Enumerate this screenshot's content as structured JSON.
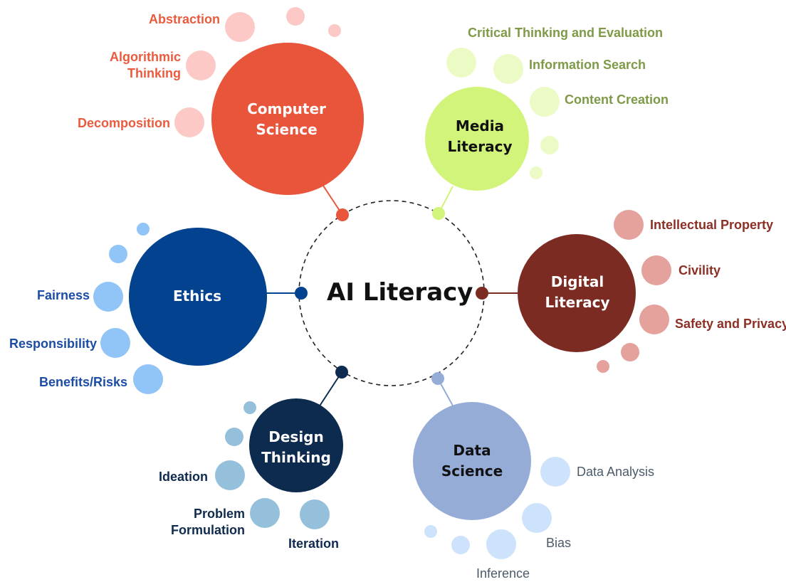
{
  "center": {
    "label": "AI Literacy"
  },
  "colors": {
    "computer_science": "#e8553a",
    "computer_science_light": "#fcc9c6",
    "computer_science_text": "#ea5b3e",
    "media_literacy": "#d2f47a",
    "media_literacy_light": "#ecfac6",
    "media_literacy_text": "#7f9a47",
    "digital_literacy": "#7b2b22",
    "digital_literacy_light": "#e5a19c",
    "digital_literacy_text": "#8c2f25",
    "data_science": "#95acd7",
    "data_science_light": "#cde2fb",
    "data_science_text": "#4c5a6a",
    "design_thinking": "#0d2b4f",
    "design_thinking_light": "#95c0db",
    "design_thinking_text": "#0f2b4d",
    "ethics": "#02428f",
    "ethics_light": "#91c4f7",
    "ethics_text": "#1b4ca6"
  },
  "hubs": {
    "computer_science": {
      "line1": "Computer",
      "line2": "Science"
    },
    "media_literacy": {
      "line1": "Media",
      "line2": "Literacy"
    },
    "digital_literacy": {
      "line1": "Digital",
      "line2": "Literacy"
    },
    "data_science": {
      "line1": "Data",
      "line2": "Science"
    },
    "design_thinking": {
      "line1": "Design",
      "line2": "Thinking"
    },
    "ethics": {
      "line1": "Ethics"
    }
  },
  "topics": {
    "computer_science": {
      "abstraction": "Abstraction",
      "algorithmic_1": "Algorithmic",
      "algorithmic_2": "Thinking",
      "decomposition": "Decomposition"
    },
    "media_literacy": {
      "critical": "Critical Thinking and Evaluation",
      "search": "Information Search",
      "creation": "Content Creation"
    },
    "digital_literacy": {
      "ip": "Intellectual Property",
      "civility": "Civility",
      "safety": "Safety and Privacy"
    },
    "data_science": {
      "analysis": "Data Analysis",
      "bias": "Bias",
      "inference": "Inference"
    },
    "design_thinking": {
      "ideation": "Ideation",
      "problem_1": "Problem",
      "problem_2": "Formulation",
      "iteration": "Iteration"
    },
    "ethics": {
      "fairness": "Fairness",
      "responsibility": "Responsibility",
      "benefits": "Benefits/Risks"
    }
  }
}
